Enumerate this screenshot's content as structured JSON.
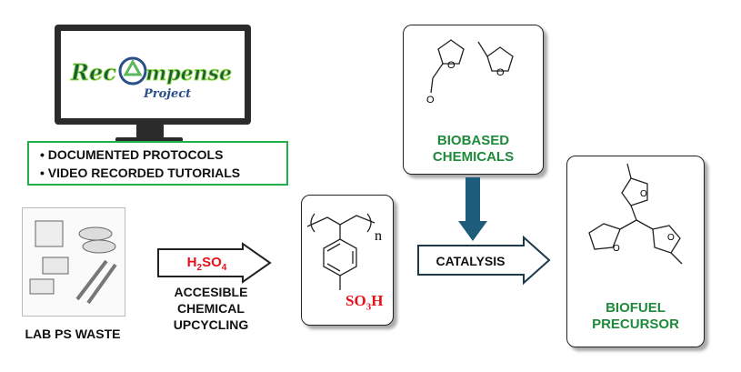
{
  "logo": {
    "text": "Recompense",
    "subtitle": "Project"
  },
  "features": [
    "DOCUMENTED PROTOCOLS",
    "VIDEO RECORDED TUTORIALS"
  ],
  "waste": {
    "label": "LAB PS WASTE"
  },
  "step1": {
    "reagent_main": "H",
    "reagent_sub1": "2",
    "reagent_mid": "SO",
    "reagent_sub2": "4",
    "caption": [
      "ACCESIBLE",
      "CHEMICAL",
      "UPCYCLING"
    ]
  },
  "catalyst": {
    "repeat_index": "n",
    "group_main": "SO",
    "group_sub": "3",
    "group_end": "H"
  },
  "biobased": {
    "label": [
      "BIOBASED",
      "CHEMICALS"
    ],
    "aldehyde_o": "O"
  },
  "step2": {
    "label": "CATALYSIS"
  },
  "product": {
    "label": [
      "BIOFUEL",
      "PRECURSOR"
    ]
  },
  "colors": {
    "green": "#1f8a3b",
    "arrow_blue": "#1d5c7a",
    "red": "#e8101a"
  }
}
